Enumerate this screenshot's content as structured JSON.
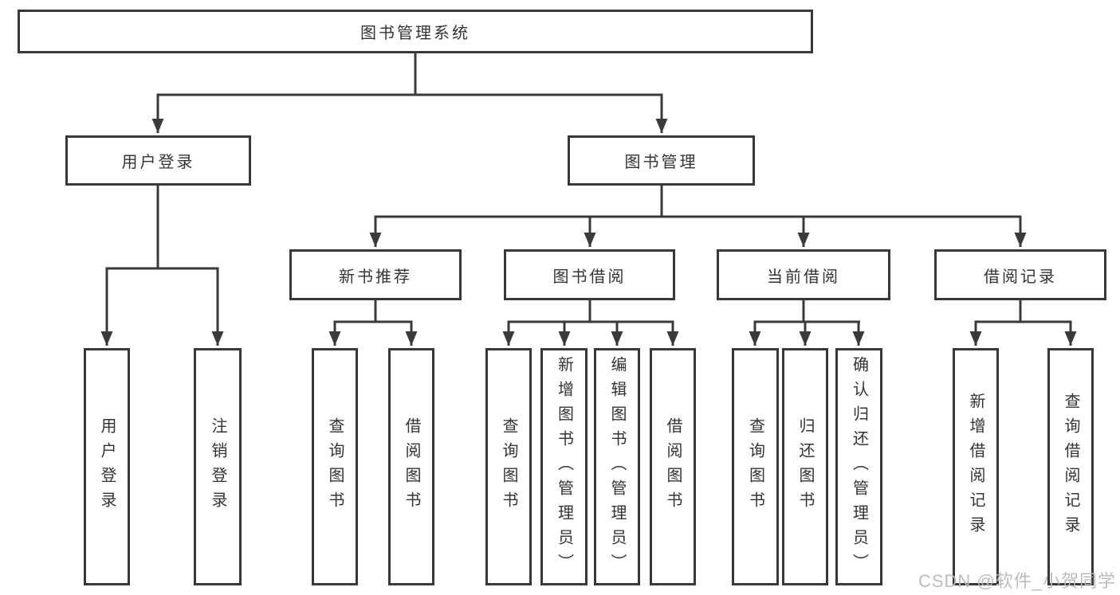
{
  "diagram": {
    "root": {
      "label": "图书管理系统",
      "children": [
        {
          "label": "用户登录",
          "children": [
            {
              "label": "用户登录"
            },
            {
              "label": "注销登录"
            }
          ]
        },
        {
          "label": "图书管理",
          "children": [
            {
              "label": "新书推荐",
              "children": [
                {
                  "label": "查询图书"
                },
                {
                  "label": "借阅图书"
                }
              ]
            },
            {
              "label": "图书借阅",
              "children": [
                {
                  "label": "查询图书"
                },
                {
                  "label": "新增图书（管理员）"
                },
                {
                  "label": "编辑图书（管理员）"
                },
                {
                  "label": "借阅图书"
                }
              ]
            },
            {
              "label": "当前借阅",
              "children": [
                {
                  "label": "查询图书"
                },
                {
                  "label": "归还图书"
                },
                {
                  "label": "确认归还（管理员）"
                }
              ]
            },
            {
              "label": "借阅记录",
              "children": [
                {
                  "label": "新增借阅记录"
                },
                {
                  "label": "查询借阅记录"
                }
              ]
            }
          ]
        }
      ]
    }
  },
  "watermark": {
    "text": "CSDN @软件_小贺同学",
    "color": "#b8b8b8"
  },
  "colors": {
    "line": "#3a3a3a",
    "border": "#383838",
    "box_bg": "#ffffff",
    "text": "#333333",
    "background": "#ffffff"
  }
}
